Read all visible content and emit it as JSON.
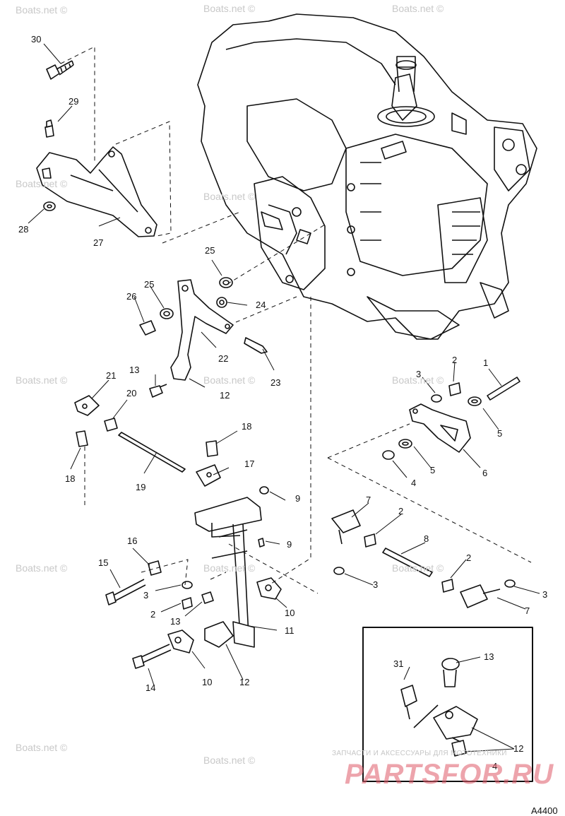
{
  "labels": {
    "l30": "30",
    "l29": "29",
    "l28": "28",
    "l27": "27",
    "l25a": "25",
    "l25b": "25",
    "l26": "26",
    "l24": "24",
    "l22": "22",
    "l23": "23",
    "l21": "21",
    "l13a": "13",
    "l12a": "12",
    "l20": "20",
    "l18a": "18",
    "l18b": "18",
    "l17": "17",
    "l19": "19",
    "l9a": "9",
    "l9b": "9",
    "l16": "16",
    "l15": "15",
    "l3a": "3",
    "l2a": "2",
    "l13b": "13",
    "l14": "14",
    "l10a": "10",
    "l12b": "12",
    "l11": "11",
    "l10b": "10",
    "l1": "1",
    "l2b": "2",
    "l3b": "3",
    "l5a": "5",
    "l5b": "5",
    "l4a": "4",
    "l6": "6",
    "l7a": "7",
    "l2c": "2",
    "l8": "8",
    "l2d": "2",
    "l3c": "3",
    "l3d": "3",
    "l7b": "7",
    "l31": "31",
    "l13c": "13",
    "l12c": "12",
    "l4b": "4"
  },
  "watermark_text": "Boats.net ©",
  "inset_caption": "ЗАПЧАСТИ И АКСЕССУАРЫ ДЛЯ МОТОТЕХНИКИ",
  "brand_logo": "PARTSFOR.RU",
  "figure_code": "A4400"
}
